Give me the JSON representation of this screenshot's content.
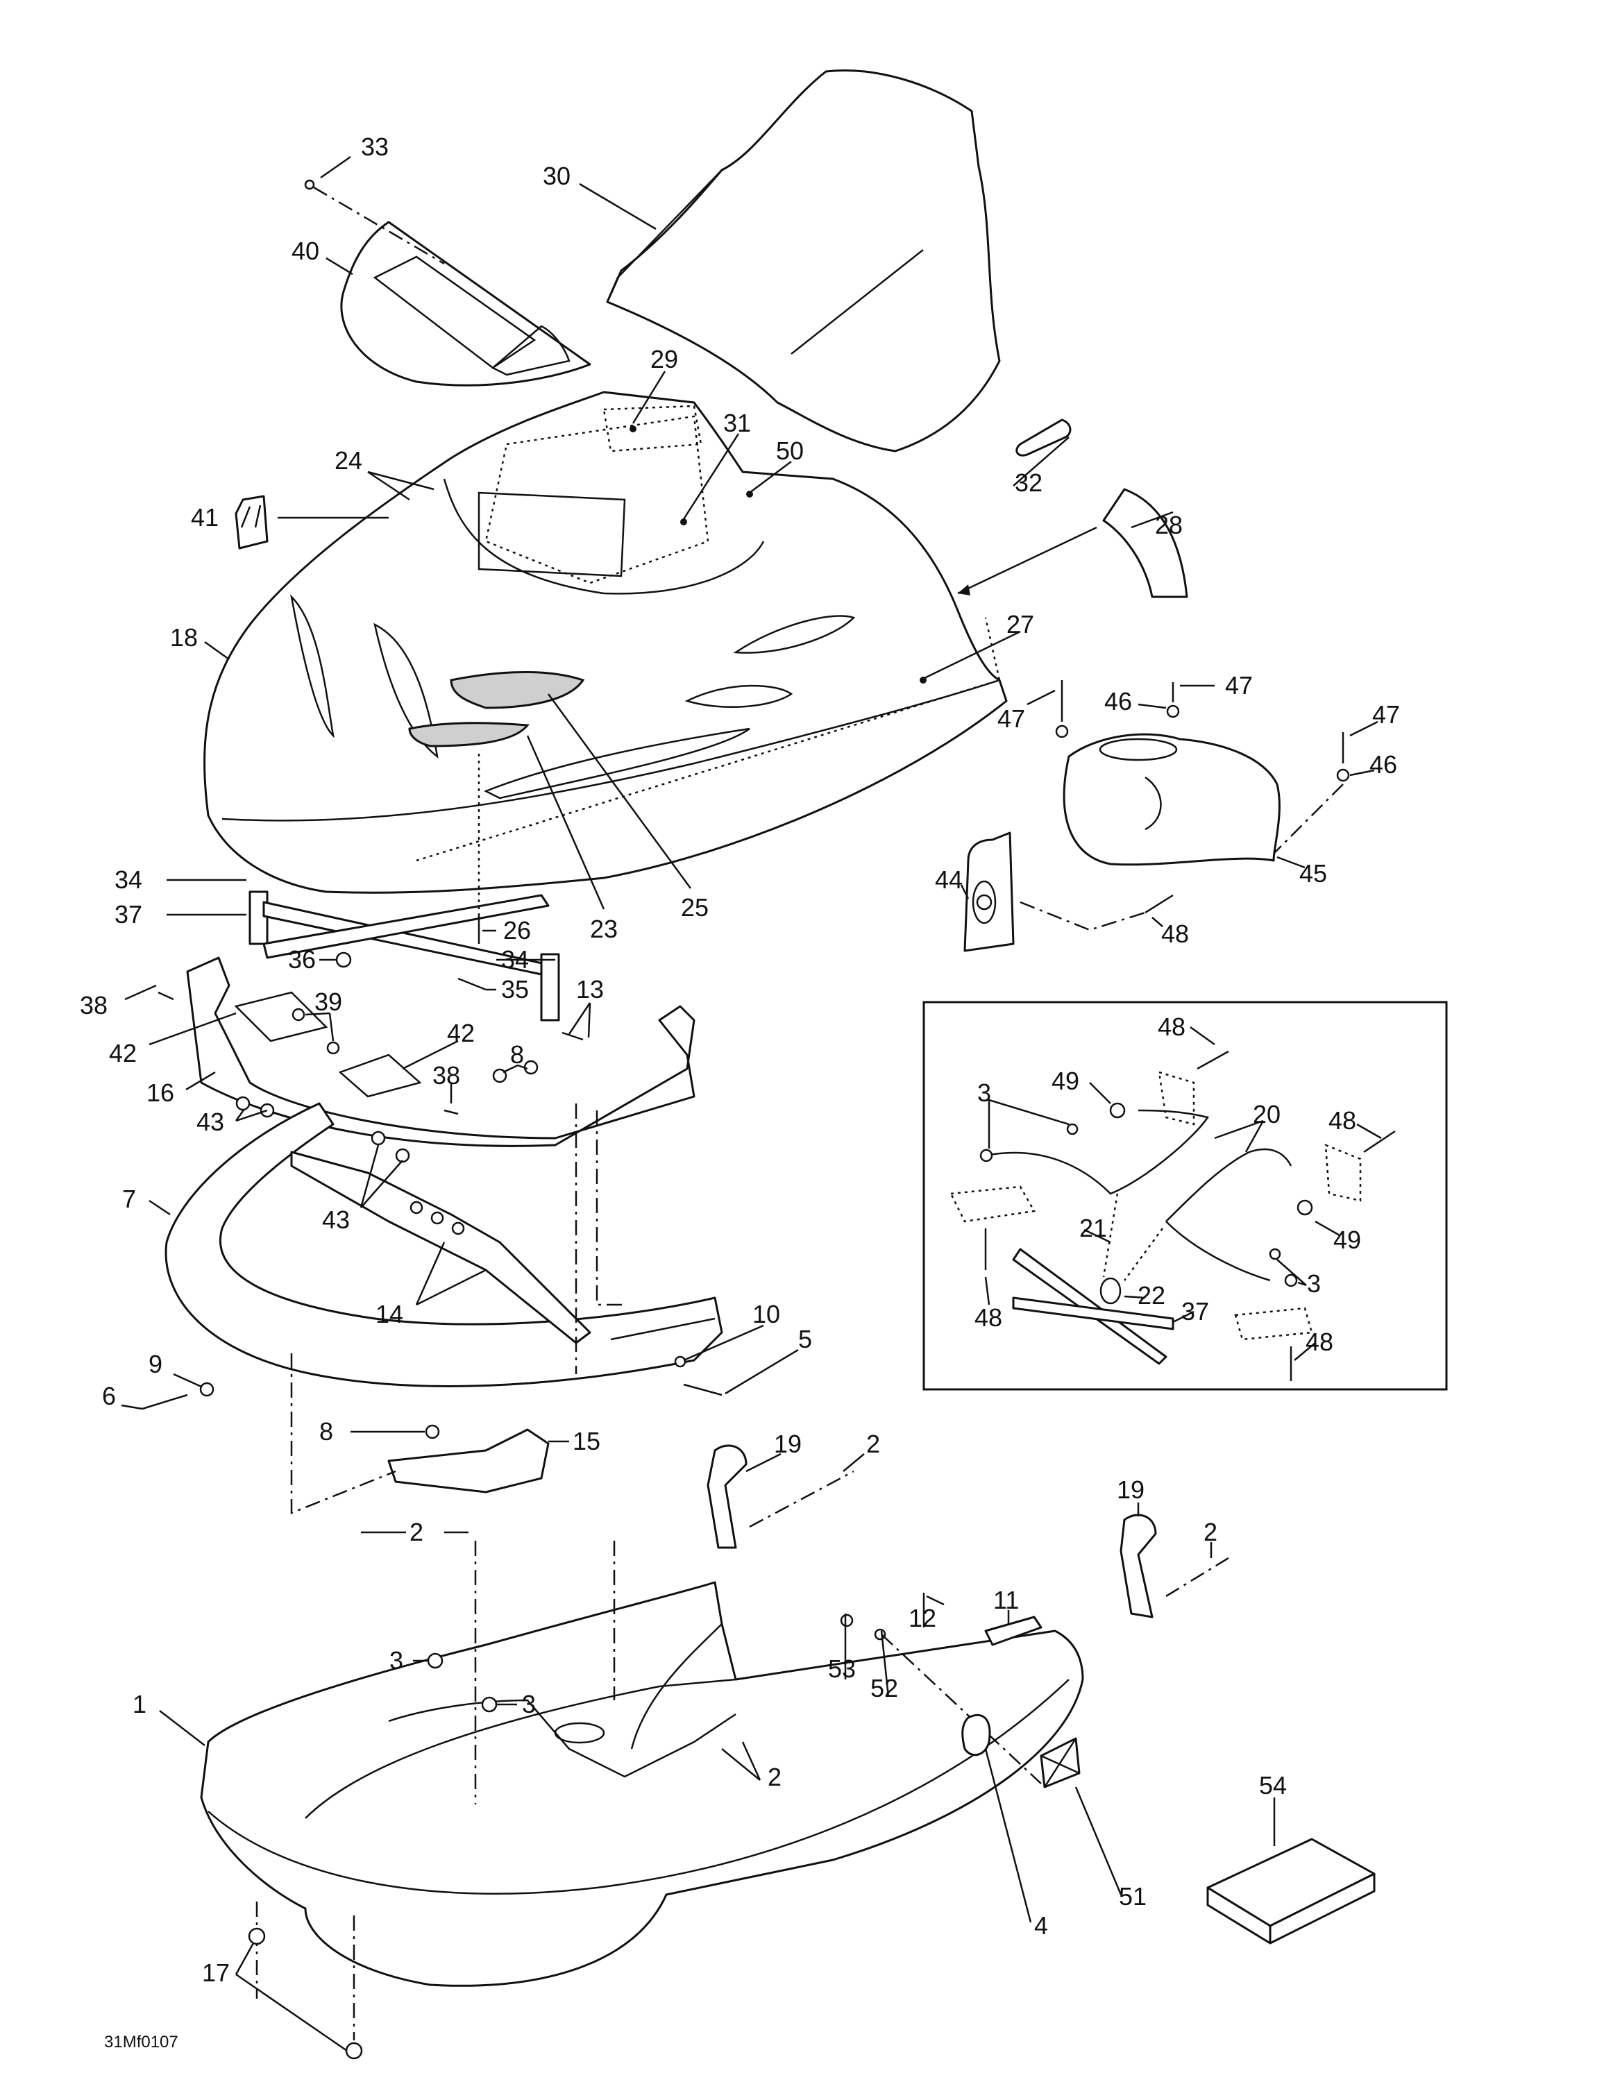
{
  "diagram": {
    "title": "Hood and Bottom Pan exploded parts view",
    "figure_code": "31Mf0107",
    "callouts": {
      "c33": "33",
      "c30": "30",
      "c40": "40",
      "c29": "29",
      "c31": "31",
      "c50": "50",
      "c24": "24",
      "c41": "41",
      "c32": "32",
      "c28": "28",
      "c18": "18",
      "c27": "27",
      "c47a": "47",
      "c46a": "46",
      "c47b": "47",
      "c47c": "47",
      "c46b": "46",
      "c44": "44",
      "c45": "45",
      "c48a": "48",
      "c34a": "34",
      "c37a": "37",
      "c26": "26",
      "c23": "23",
      "c25": "25",
      "c36": "36",
      "c34b": "34",
      "c35": "35",
      "c38a": "38",
      "c13": "13",
      "c39": "39",
      "c42a": "42",
      "c42b": "42",
      "c8a": "8",
      "c16": "16",
      "c38b": "38",
      "c43a": "43",
      "c43b": "43",
      "c7": "7",
      "c14": "14",
      "c9": "9",
      "c6": "6",
      "c10": "10",
      "c5": "5",
      "c8b": "8",
      "c15": "15",
      "c19a": "19",
      "c2a": "2",
      "c2b": "2",
      "c19b": "19",
      "c2c": "2",
      "c12": "12",
      "c11": "11",
      "c53": "53",
      "c52": "52",
      "c1": "1",
      "c3a": "3",
      "c3b": "3",
      "c2d": "2",
      "c54": "54",
      "c51": "51",
      "c4": "4",
      "c17": "17"
    },
    "inset": {
      "callouts": {
        "i48a": "48",
        "i49a": "49",
        "i3a": "3",
        "i20": "20",
        "i48b": "48",
        "i21": "21",
        "i49b": "49",
        "i22": "22",
        "i37": "37",
        "i3b": "3",
        "i48c": "48",
        "i48d": "48"
      }
    }
  }
}
